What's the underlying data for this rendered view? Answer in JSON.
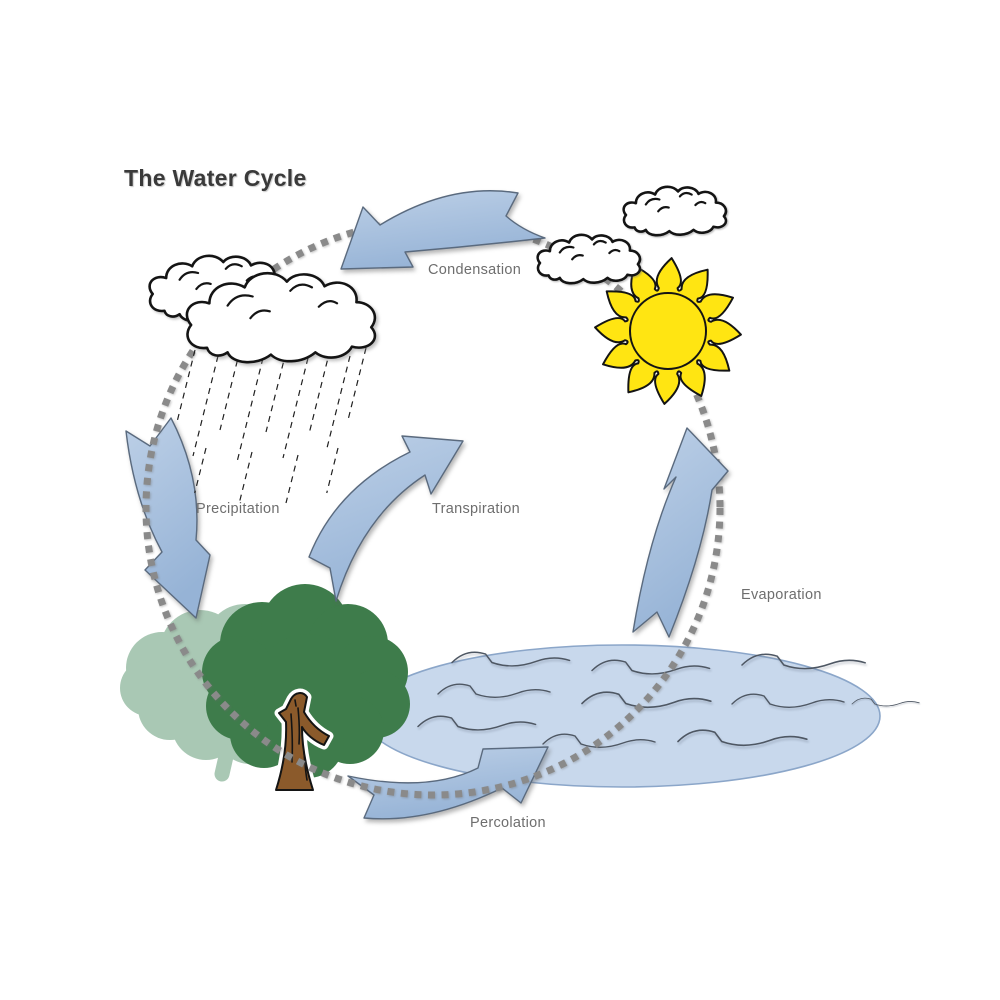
{
  "diagram": {
    "title": "The Water Cycle",
    "steps": {
      "condensation": "Condensation",
      "precipitation": "Precipitation",
      "transpiration": "Transpiration",
      "evaporation": "Evaporation",
      "percolation": "Percolation"
    },
    "colors": {
      "arrow_light": "#bdd0e7",
      "arrow_dark": "#96b3d6",
      "arrow_stroke": "#5a6a7e",
      "sun_yellow": "#ffe512",
      "outline_black": "#141414",
      "water_fill": "#c8d8ec",
      "water_stroke": "#8ba6c9",
      "wave_stroke": "#4e5763",
      "tree_light": "#a9c8b4",
      "tree_dark": "#3e7c4b",
      "trunk_brown": "#8b5a2b",
      "dotted_circle": "#8a8a8a",
      "label_text": "#6e6e6e",
      "title_text": "#3a3a3a",
      "cloud_fill": "#ffffff"
    }
  }
}
